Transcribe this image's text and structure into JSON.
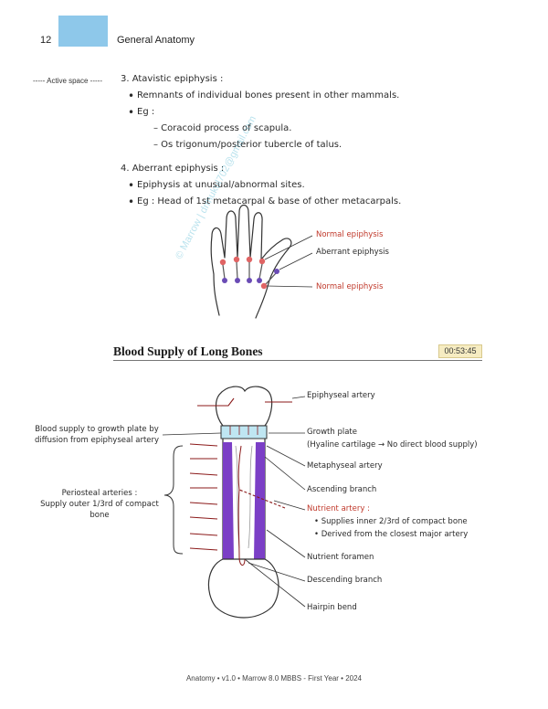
{
  "header": {
    "page_number": "12",
    "chapter_title": "General Anatomy",
    "tab_color": "#8ec8ea"
  },
  "margin_note": "----- Active space -----",
  "notes": {
    "atavistic": {
      "heading": "3. Atavistic epiphysis :",
      "bullet1": "Remnants of individual bones present in other mammals.",
      "bullet2": "Eg :",
      "sub1": "– Coracoid process of scapula.",
      "sub2": "– Os trigonum/posterior tubercle of talus."
    },
    "aberrant": {
      "heading": "4. Aberrant epiphysis :",
      "bullet1": "Epiphysis at unusual/abnormal sites.",
      "bullet2": "Eg : Head of 1st metacarpal & base of other metacarpals."
    }
  },
  "hand_diagram": {
    "labels": {
      "normal_top": "Normal epiphysis",
      "aberrant": "Aberrant epiphysis",
      "normal_bottom": "Normal epiphysis"
    },
    "colors": {
      "normal": "#e06464",
      "aberrant": "#6a4bb5",
      "red_text": "#c0392b"
    }
  },
  "section": {
    "title": "Blood Supply of Long Bones",
    "timer": "00:53:45"
  },
  "bone_diagram": {
    "left_labels": {
      "growth_plate_supply_line1": "Blood supply to growth plate by",
      "growth_plate_supply_line2": "diffusion from epiphyseal artery",
      "periosteal_line1": "Periosteal arteries :",
      "periosteal_line2": "Supply outer 1/3rd of compact",
      "periosteal_line3": "bone"
    },
    "right_labels": {
      "epiphyseal_artery": "Epiphyseal artery",
      "growth_plate": "Growth plate",
      "hyaline": "(Hyaline cartilage → No direct blood supply)",
      "metaphyseal_artery": "Metaphyseal artery",
      "ascending_branch": "Ascending branch",
      "nutrient_artery": "Nutrient artery :",
      "nutrient_point1": "Supplies inner 2/3rd of compact bone",
      "nutrient_point2": "Derived from the closest major artery",
      "nutrient_foramen": "Nutrient foramen",
      "descending_branch": "Descending branch",
      "hairpin_bend": "Hairpin bend"
    },
    "colors": {
      "compact_bone": "#7b3fc6",
      "growth_plate": "#bfe6f2",
      "artery": "#8b1a1a"
    }
  },
  "watermark": "© Marrow | drmukul702@gmail.com",
  "footer": "Anatomy • v1.0 • Marrow 8.0 MBBS - First Year • 2024"
}
